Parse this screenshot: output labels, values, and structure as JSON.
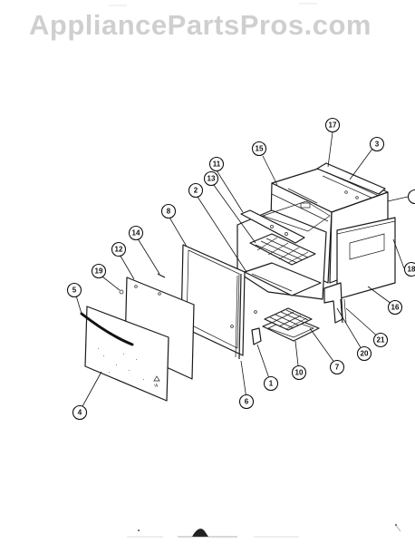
{
  "watermark": "AppliancePartsPros.com",
  "callouts": [
    {
      "id": "c17",
      "label": "17"
    },
    {
      "id": "c3",
      "label": "3"
    },
    {
      "id": "c15",
      "label": "15"
    },
    {
      "id": "c11",
      "label": "11"
    },
    {
      "id": "c13",
      "label": "13"
    },
    {
      "id": "c2",
      "label": "2"
    },
    {
      "id": "c8",
      "label": "8"
    },
    {
      "id": "c14",
      "label": "14"
    },
    {
      "id": "c12",
      "label": "12"
    },
    {
      "id": "c19",
      "label": "19"
    },
    {
      "id": "c5",
      "label": "5"
    },
    {
      "id": "c4",
      "label": "4"
    },
    {
      "id": "c6",
      "label": "6"
    },
    {
      "id": "c1",
      "label": "1"
    },
    {
      "id": "c10",
      "label": "10"
    },
    {
      "id": "c7",
      "label": "7"
    },
    {
      "id": "c20",
      "label": "20"
    },
    {
      "id": "c21",
      "label": "21"
    },
    {
      "id": "c16",
      "label": "16"
    },
    {
      "id": "c18",
      "label": "18"
    },
    {
      "id": "c9",
      "label": ""
    }
  ]
}
